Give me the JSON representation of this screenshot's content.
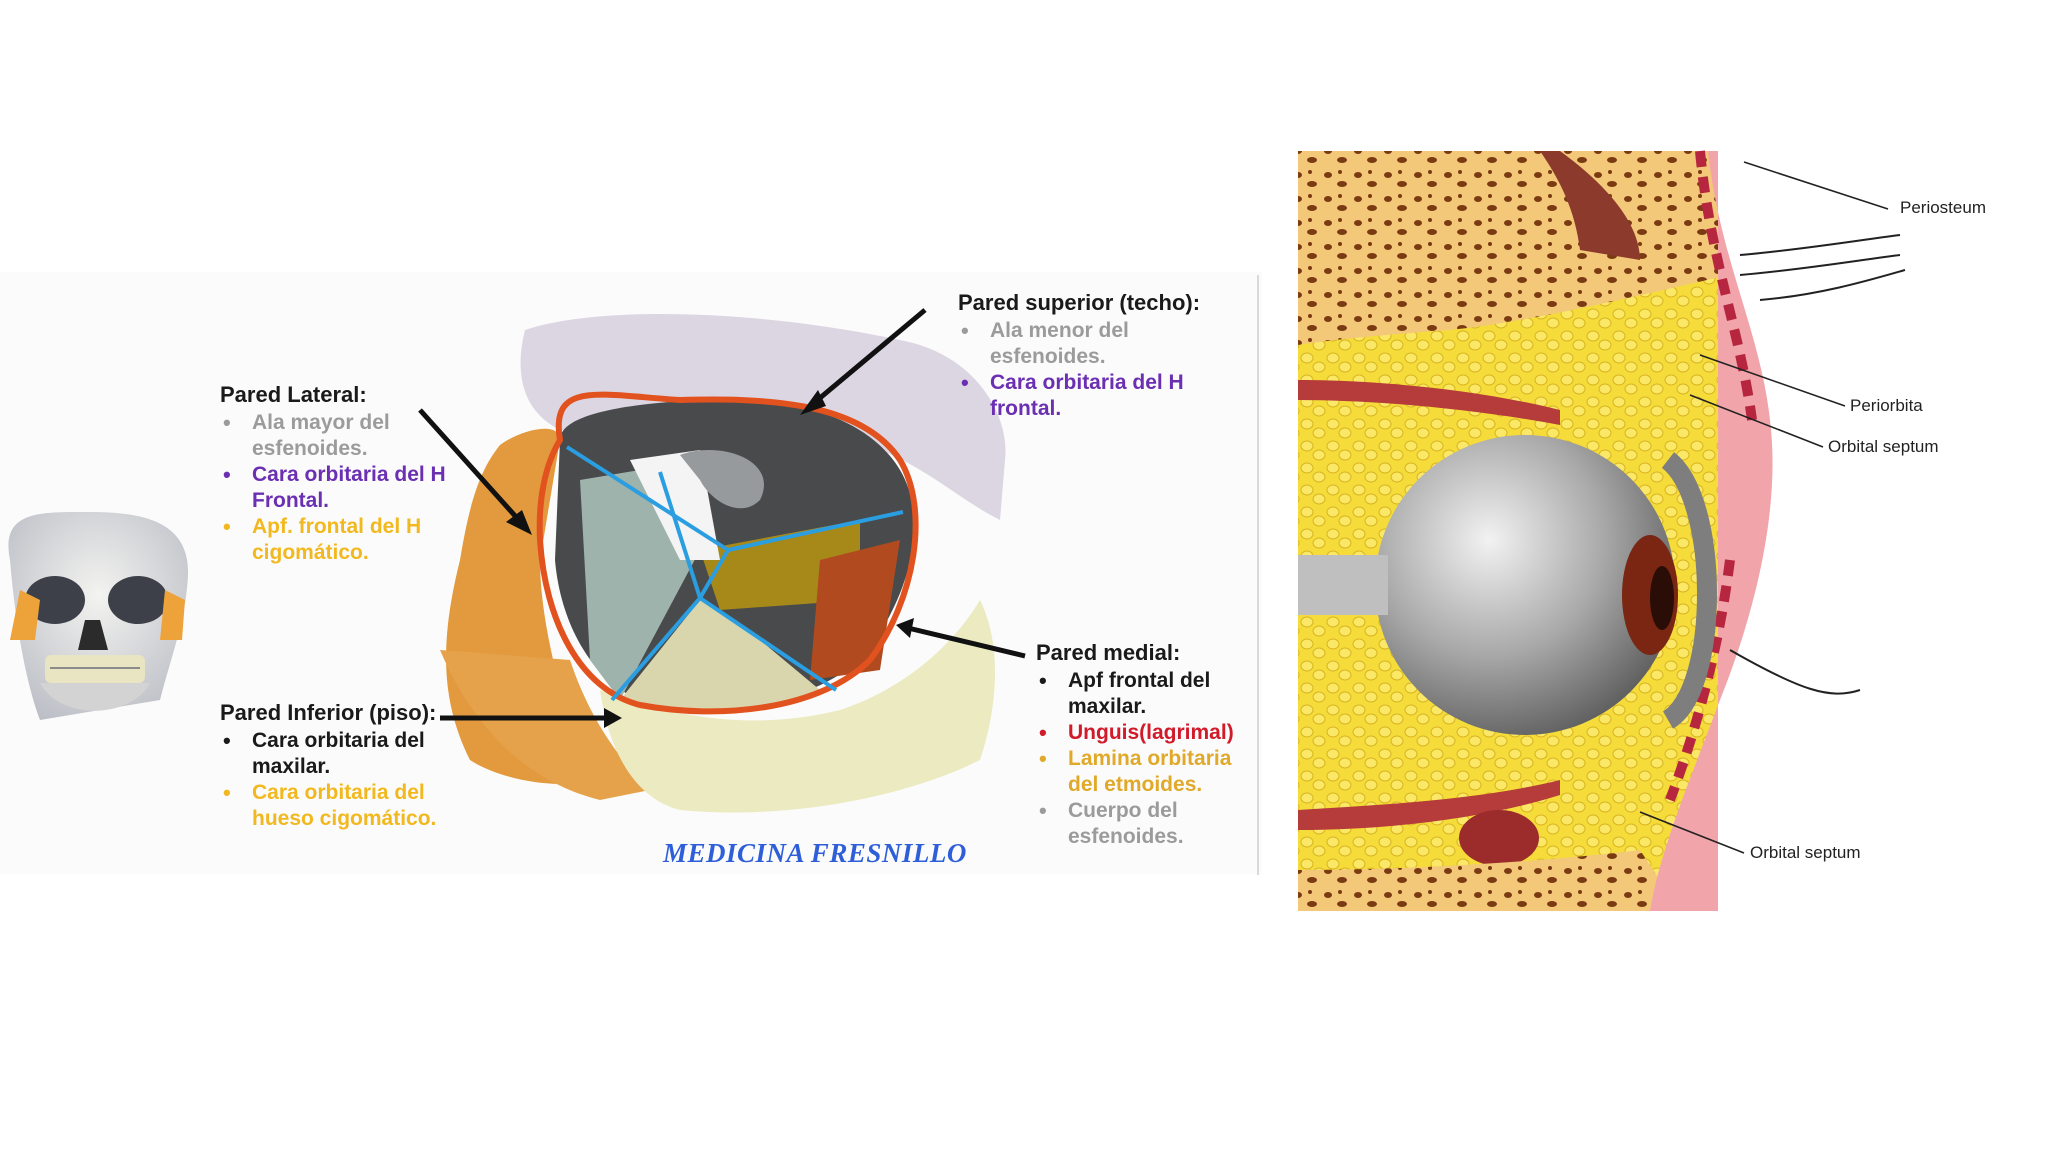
{
  "orbit_diagram": {
    "lateral": {
      "title": "Pared Lateral:",
      "items": [
        "Ala mayor del esfenoides.",
        "Cara orbitaria del H Frontal.",
        "Apf. frontal del H cigomático."
      ]
    },
    "superior": {
      "title": "Pared superior (techo):",
      "items": [
        "Ala menor del esfenoides.",
        "Cara orbitaria del H frontal."
      ]
    },
    "inferior": {
      "title": "Pared Inferior (piso):",
      "items": [
        "Cara orbitaria del maxilar.",
        "Cara orbitaria del hueso cigomático."
      ]
    },
    "medial": {
      "title": "Pared medial:",
      "items": [
        "Apf frontal del maxilar.",
        "Unguis(lagrimal)",
        "Lamina orbitaria del etmoides.",
        "Cuerpo del esfenoides."
      ]
    },
    "watermark": "MEDICINA FRESNILLO"
  },
  "eye_diagram": {
    "labels": {
      "periosteum": "Periosteum",
      "periorbita": "Periorbita",
      "orbital_septum_upper": "Orbital septum",
      "orbital_septum_lower": "Orbital septum"
    }
  },
  "colors": {
    "bullet_gray": "#9b9b9b",
    "bullet_purple": "#6b2fb2",
    "bullet_yellow": "#f2b81f",
    "bullet_red": "#d11a2a",
    "orbit_outline": "#e2521e",
    "divider_lines": "#2a9ee0",
    "watermark": "#2f5fd8"
  }
}
